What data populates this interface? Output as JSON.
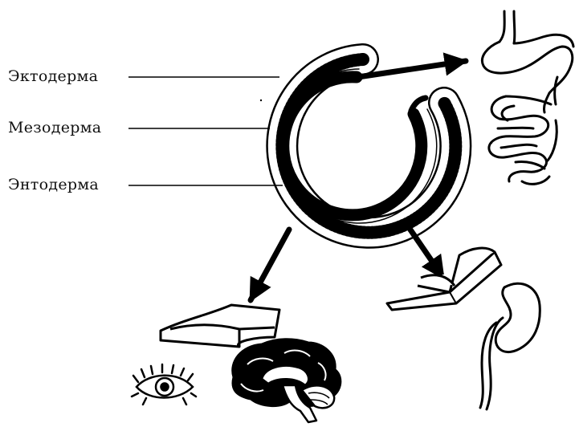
{
  "labels": {
    "ectoderm": "Эктодерма",
    "mesoderm": "Мезодерма",
    "endoderm": "Энтодерма"
  },
  "colors": {
    "ink": "#000000",
    "paper": "#ffffff"
  },
  "icons": {
    "stomach_intestine": "stomach-intestine-icon",
    "skin_fold": "skin-layer-icon",
    "eye": "eye-icon",
    "brain": "brain-icon",
    "muscle_sheet": "muscle-sheet-icon",
    "kidney": "kidney-icon"
  }
}
